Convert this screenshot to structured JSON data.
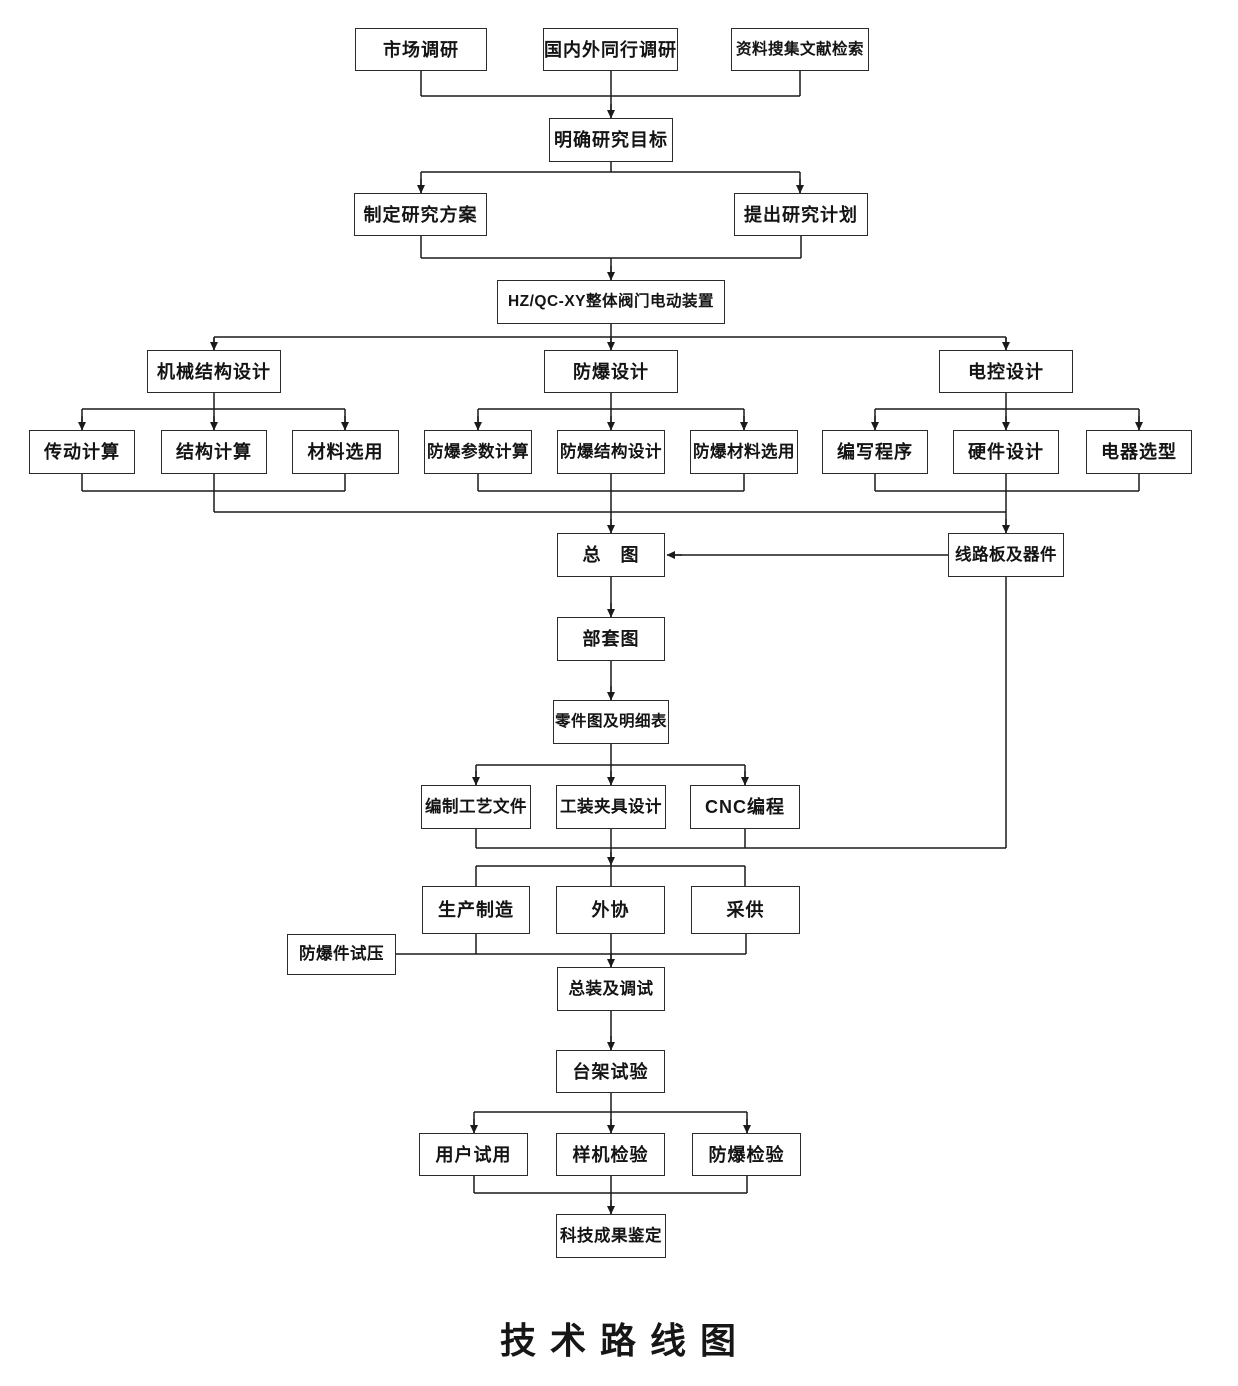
{
  "title": "技 术 路 线 图",
  "nodes": {
    "market_research": "市场调研",
    "peer_research": "国内外同行调研",
    "literature_search": "资料搜集文献检索",
    "clarify_goal": "明确研究目标",
    "research_plan": "制定研究方案",
    "research_schedule": "提出研究计划",
    "product": "HZ/QC-XY整体阀门电动装置",
    "mech_design": "机械结构设计",
    "explosion_design": "防爆设计",
    "electric_design": "电控设计",
    "transmission_calc": "传动计算",
    "structure_calc": "结构计算",
    "material_selection": "材料选用",
    "ex_param_calc": "防爆参数计算",
    "ex_structure_design": "防爆结构设计",
    "ex_material_selection": "防爆材料选用",
    "programming": "编写程序",
    "hardware_design": "硬件设计",
    "electric_selection": "电器选型",
    "general_drawing": "总　图",
    "circuit_board": "线路板及器件",
    "assembly_drawing": "部套图",
    "part_drawings": "零件图及明细表",
    "process_files": "编制工艺文件",
    "fixture_design": "工装夹具设计",
    "cnc_programming": "CNC编程",
    "manufacturing": "生产制造",
    "outsourcing": "外协",
    "procurement": "采供",
    "ex_pressure_test": "防爆件试压",
    "final_assembly": "总装及调试",
    "bench_test": "台架试验",
    "user_trial": "用户试用",
    "prototype_inspection": "样机检验",
    "ex_inspection": "防爆检验",
    "achievement_appraisal": "科技成果鉴定"
  }
}
